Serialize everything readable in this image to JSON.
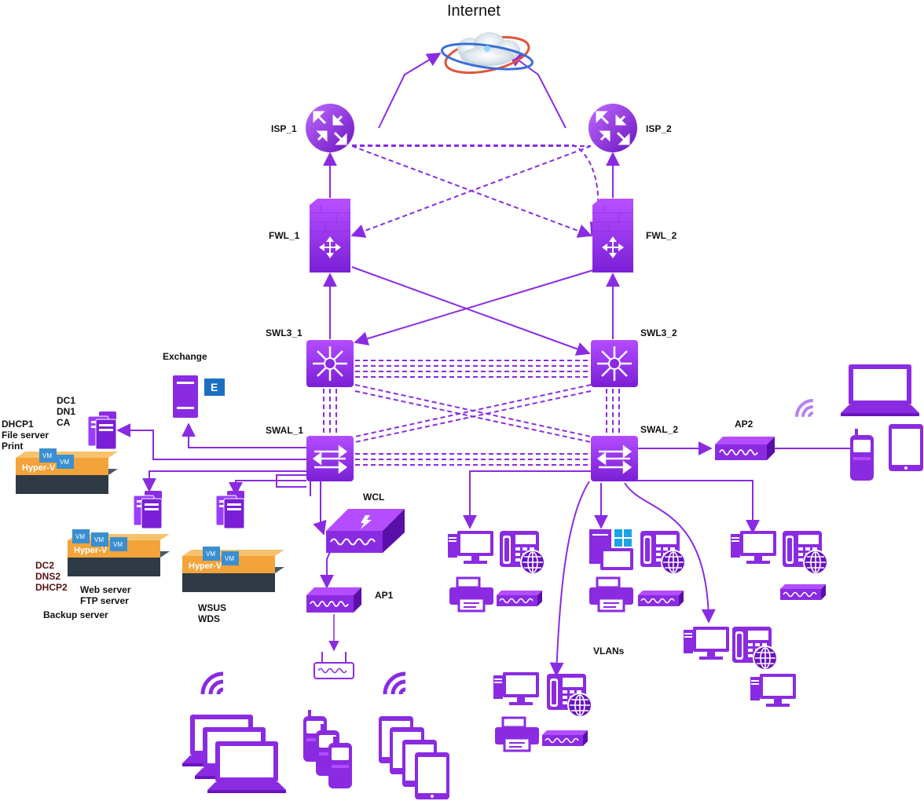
{
  "title": "Internet",
  "labels": {
    "isp1": "ISP_1",
    "isp2": "ISP_2",
    "fwl1": "FWL_1",
    "fwl2": "FWL_2",
    "swl3_1": "SWL3_1",
    "swl3_2": "SWL3_2",
    "swal1": "SWAL_1",
    "swal2": "SWAL_2",
    "exchange": "Exchange",
    "ap1": "AP1",
    "ap2": "AP2",
    "wcl": "WCL",
    "vlans": "VLANs",
    "hyperv": "Hyper-V",
    "vm": "VM"
  },
  "server_groups": {
    "dc1": [
      "DC1",
      "DN1",
      "CA"
    ],
    "dhcp1": [
      "DHCP1",
      "File server",
      "Print"
    ],
    "dc2": [
      "DC2",
      "DNS2",
      "DHCP2"
    ],
    "web": [
      "Web server",
      "FTP server"
    ],
    "backup": "Backup server",
    "wsus": [
      "WSUS",
      "WDS"
    ]
  },
  "colors": {
    "accent": "#8a2be2",
    "device_light": "#b44cff",
    "device_dark": "#6a14c0",
    "hyperv_orange": "#f2a33a",
    "vm_blue": "#3a8fd0",
    "server_dark": "#2f3a44"
  },
  "icons": {
    "router": "router-icon",
    "firewall": "firewall-icon",
    "l3switch": "l3-switch-icon",
    "switch": "switch-icon",
    "cloud": "internet-cloud-icon",
    "server": "server-icon",
    "workstation": "workstation-icon",
    "phone": "ip-phone-icon",
    "printer": "printer-icon",
    "wifi": "wifi-icon"
  }
}
